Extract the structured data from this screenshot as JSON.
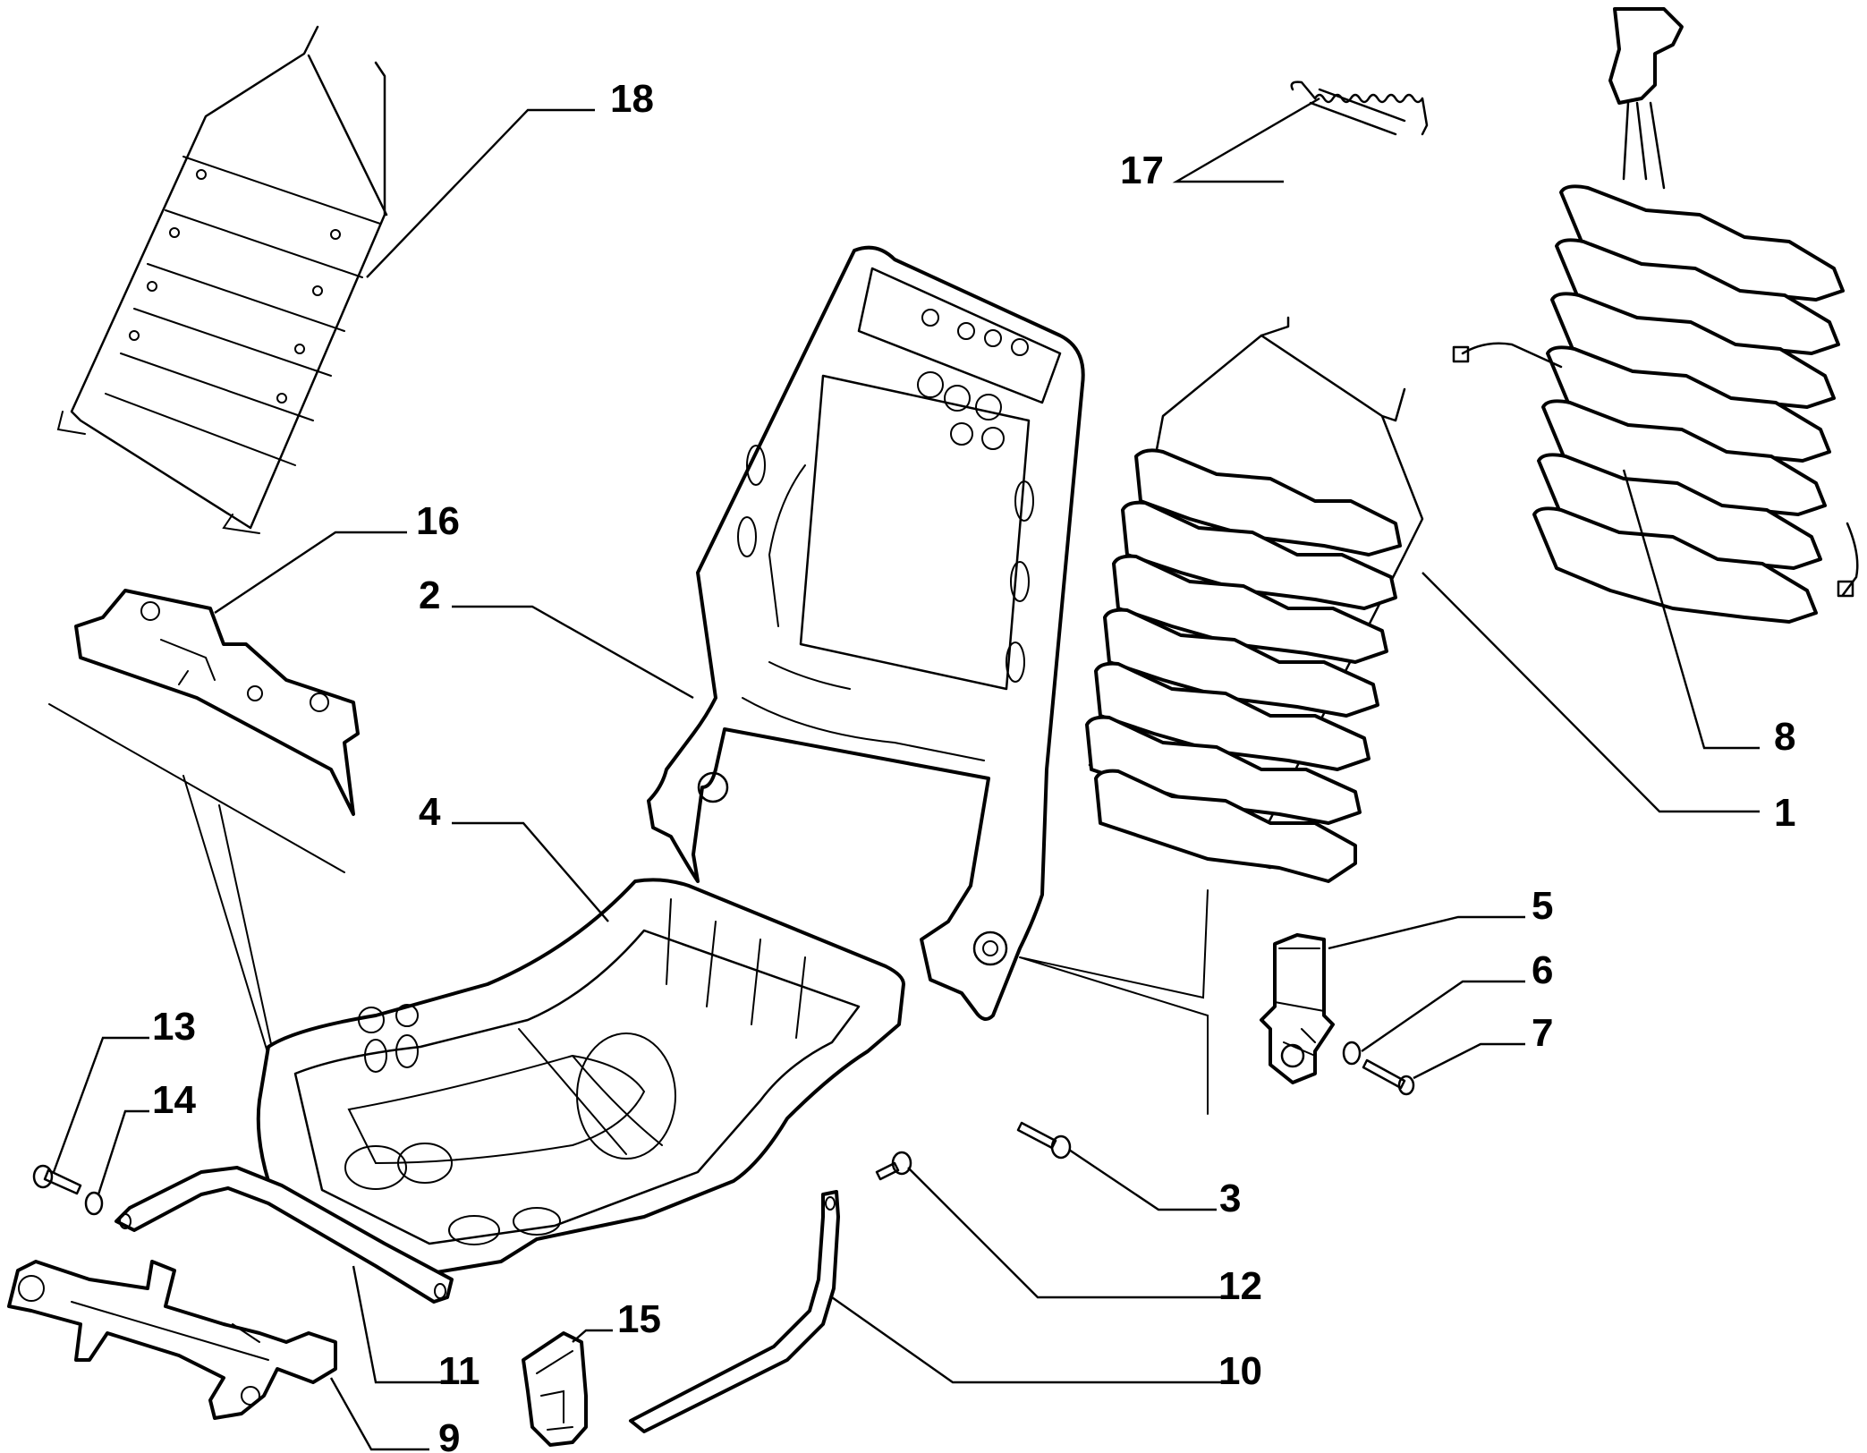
{
  "diagram": {
    "callouts": [
      {
        "id": "1",
        "label": "1"
      },
      {
        "id": "2",
        "label": "2"
      },
      {
        "id": "3",
        "label": "3"
      },
      {
        "id": "4",
        "label": "4"
      },
      {
        "id": "5",
        "label": "5"
      },
      {
        "id": "6",
        "label": "6"
      },
      {
        "id": "7",
        "label": "7"
      },
      {
        "id": "8",
        "label": "8"
      },
      {
        "id": "9",
        "label": "9"
      },
      {
        "id": "10",
        "label": "10"
      },
      {
        "id": "11",
        "label": "11"
      },
      {
        "id": "12",
        "label": "12"
      },
      {
        "id": "13",
        "label": "13"
      },
      {
        "id": "14",
        "label": "14"
      },
      {
        "id": "15",
        "label": "15"
      },
      {
        "id": "16",
        "label": "16"
      },
      {
        "id": "17",
        "label": "17"
      },
      {
        "id": "18",
        "label": "18"
      }
    ],
    "parts": {
      "p1": "backrest-spring-mat",
      "p2": "backrest-frame",
      "p3": "bolt",
      "p4": "seat-cushion-frame",
      "p5": "adjustment-motor",
      "p6": "washer",
      "p7": "screw",
      "p8": "lumbar-support-with-wiring",
      "p9": "seat-rail-bracket",
      "p10": "rear-crossbar",
      "p11": "front-crossbar",
      "p12": "screw",
      "p13": "bolt",
      "p14": "washer",
      "p15": "clip",
      "p16": "side-trim-bracket",
      "p17": "tension-spring",
      "p18": "wire-frame-support"
    }
  }
}
